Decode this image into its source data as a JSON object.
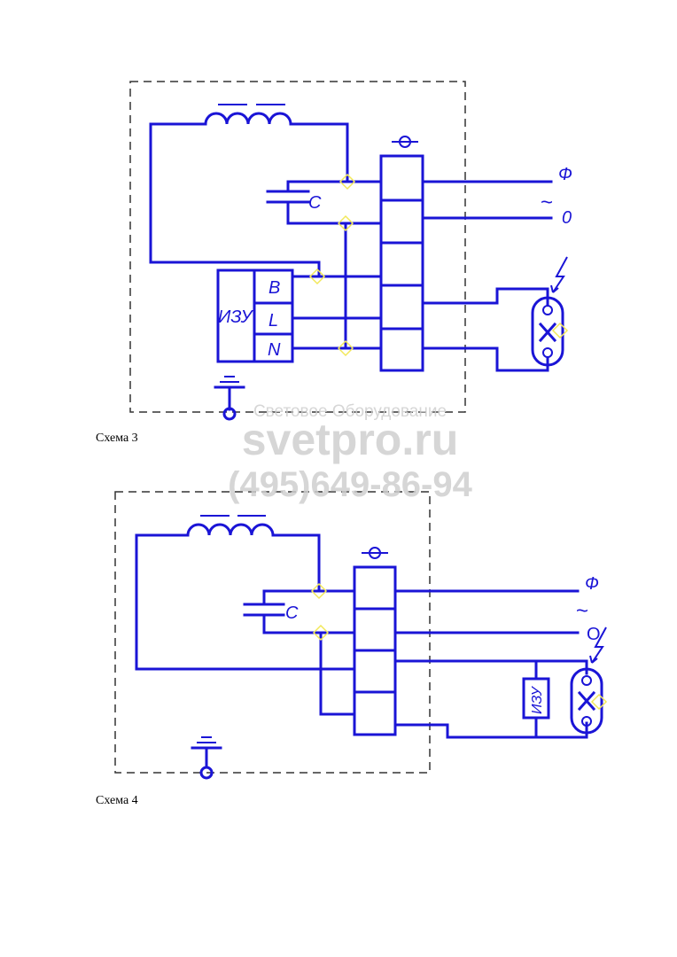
{
  "scheme3": {
    "caption": "Схема 3",
    "capacitor_label": "C",
    "phase_label": "Ф",
    "ac_symbol": "~",
    "neutral_label": "0",
    "ignitor_label": "ИЗУ",
    "terminal_labels": [
      "B",
      "L",
      "N"
    ]
  },
  "scheme4": {
    "caption": "Схема 4",
    "capacitor_label": "C",
    "phase_label": "Ф",
    "ac_symbol": "~",
    "neutral_label": "O",
    "ignitor_label": "ИЗУ"
  },
  "watermark": {
    "line1": "Световое Оборудование",
    "line2": "svetpro.ru",
    "line3": "(495)649-86-94"
  },
  "colors": {
    "wire": "#1a14d6",
    "watermark": "#cfcfcf",
    "marker": "#f2e85a"
  }
}
